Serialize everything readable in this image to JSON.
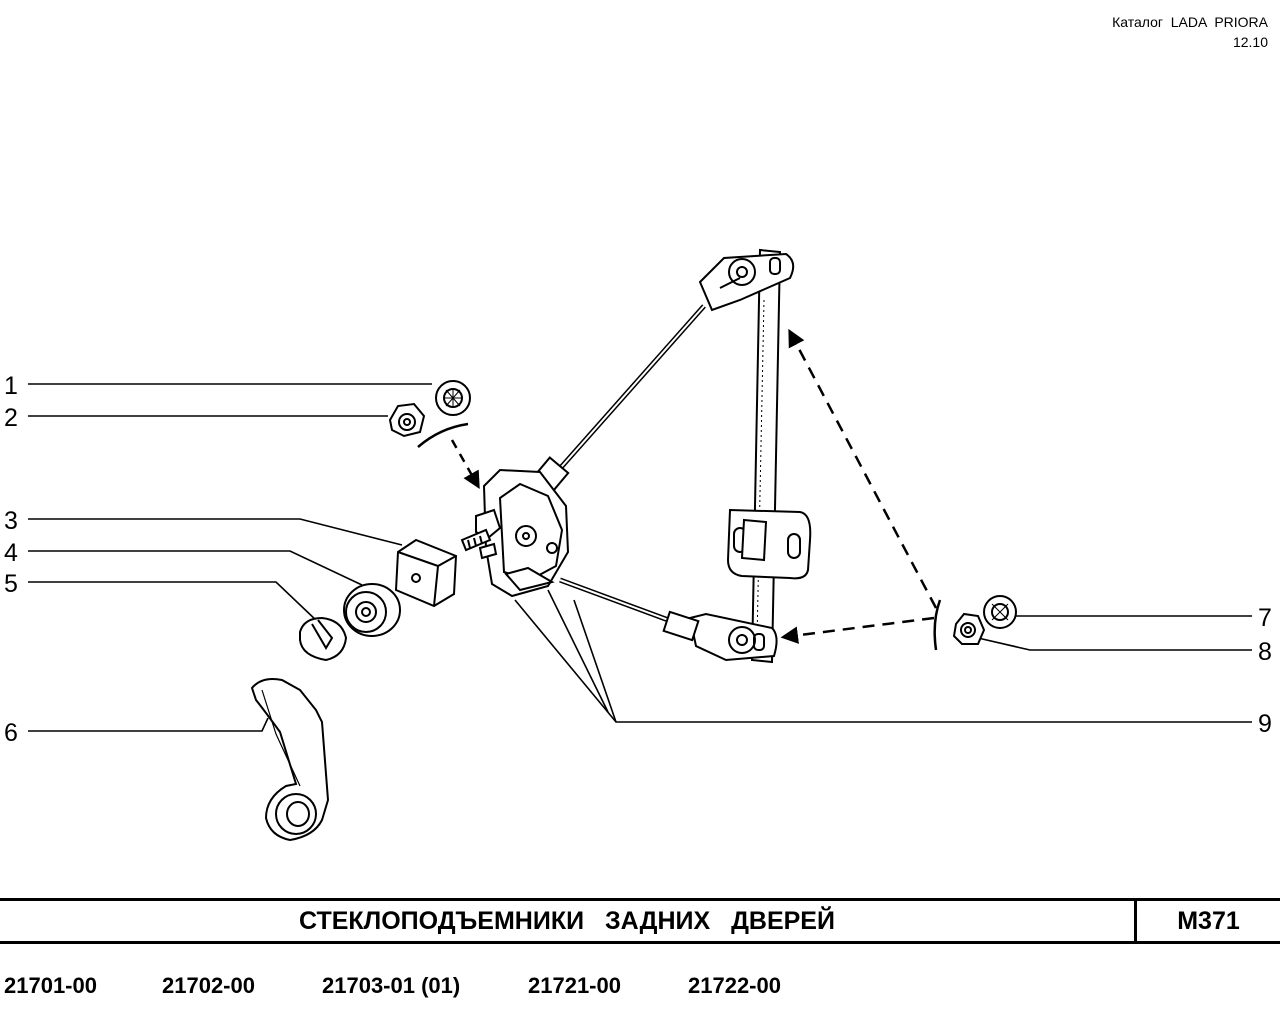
{
  "header": {
    "catalog": "Каталог  LADA  PRIORA",
    "date": "12.10"
  },
  "callouts": [
    "1",
    "2",
    "3",
    "4",
    "5",
    "6",
    "7",
    "8",
    "9"
  ],
  "footer": {
    "title": "СТЕКЛОПОДЪЕМНИКИ   ЗАДНИХ   ДВЕРЕЙ",
    "code": "М371",
    "models": [
      "21701-00",
      "21702-00",
      "21703-01 (01)",
      "21721-00",
      "21722-00"
    ]
  }
}
